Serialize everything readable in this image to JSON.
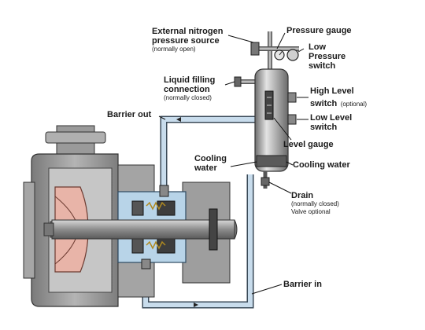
{
  "diagram": {
    "labels": {
      "nitrogen": {
        "line1": "External nitrogen",
        "line2": "pressure source",
        "note": "(normally open)"
      },
      "pressure_gauge": "Pressure gauge",
      "low_pressure_switch": {
        "line1": "Low",
        "line2": "Pressure",
        "line3": "switch"
      },
      "liquid_filling": {
        "line1": "Liquid filling",
        "line2": "connection",
        "note": "(normally closed)"
      },
      "high_level_switch": {
        "line1": "High Level",
        "line2": "switch",
        "note": "(optional)"
      },
      "low_level_switch": {
        "line1": "Low Level",
        "line2": "switch"
      },
      "barrier_out": "Barrier out",
      "level_gauge": "Level gauge",
      "cooling_water_left": {
        "line1": "Cooling",
        "line2": "water"
      },
      "cooling_water_right": "Cooling water",
      "drain": {
        "line1": "Drain",
        "note1": "(normally closed)",
        "note2": "Valve optional"
      },
      "barrier_in": "Barrier in"
    },
    "colors": {
      "pump_casing": "#9a9a9a",
      "impeller": "#e8b4a8",
      "seal_chamber": "#b8d4e8",
      "pipe": "#c8dcec",
      "shaft": "#a0a0a0"
    }
  }
}
